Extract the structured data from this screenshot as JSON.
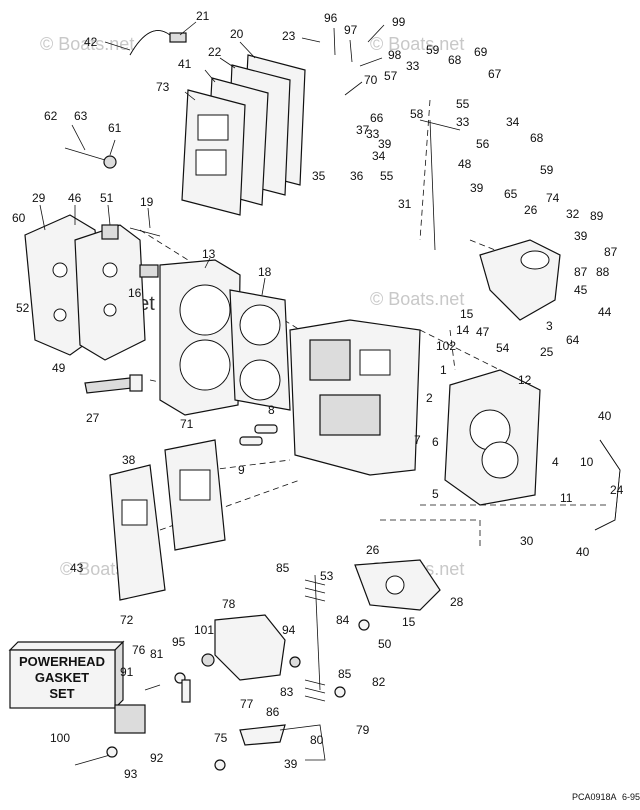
{
  "watermark": {
    "text": "© Boats.net"
  },
  "kit": {
    "line1": "POWERHEAD",
    "line2": "GASKET",
    "line3": "SET"
  },
  "figure_code": "PCA0918A",
  "figure_date": "6-95",
  "callouts": {
    "c1": "1",
    "c2": "2",
    "c3": "3",
    "c4": "4",
    "c5": "5",
    "c6": "6",
    "c7": "7",
    "c8": "8",
    "c9": "9",
    "c10": "10",
    "c11": "11",
    "c12": "12",
    "c13": "13",
    "c14": "14",
    "c15": "15",
    "c16": "16",
    "c18": "18",
    "c19": "19",
    "c20": "20",
    "c21": "21",
    "c22": "22",
    "c23": "23",
    "c24": "24",
    "c25": "25",
    "c26": "26",
    "c26b": "26",
    "c27": "27",
    "c28": "28",
    "c29": "29",
    "c30": "30",
    "c31": "31",
    "c32": "32",
    "c33": "33",
    "c33b": "33",
    "c34": "34",
    "c34b": "34",
    "c35": "35",
    "c36": "36",
    "c37": "37",
    "c38": "38",
    "c39": "39",
    "c39b": "39",
    "c39c": "39",
    "c40": "40",
    "c40b": "40",
    "c41": "41",
    "c42": "42",
    "c43": "43",
    "c44": "44",
    "c45": "45",
    "c46": "46",
    "c47": "47",
    "c48": "48",
    "c49": "49",
    "c50": "50",
    "c51": "51",
    "c52": "52",
    "c53": "53",
    "c54": "54",
    "c55": "55",
    "c55b": "55",
    "c56": "56",
    "c57": "57",
    "c58": "58",
    "c59": "59",
    "c59b": "59",
    "c60": "60",
    "c61": "61",
    "c62": "62",
    "c63": "63",
    "c64": "64",
    "c65": "65",
    "c66": "66",
    "c67": "67",
    "c68": "68",
    "c68b": "68",
    "c69": "69",
    "c70": "70",
    "c71": "71",
    "c72": "72",
    "c73": "73",
    "c74": "74",
    "c75": "75",
    "c76": "76",
    "c77": "77",
    "c78": "78",
    "c79": "79",
    "c80": "80",
    "c81": "81",
    "c82": "82",
    "c83": "83",
    "c84": "84",
    "c85": "85",
    "c85b": "85",
    "c86": "86",
    "c87": "87",
    "c87b": "87",
    "c88": "88",
    "c89": "89",
    "c91": "91",
    "c92": "92",
    "c93": "93",
    "c94": "94",
    "c95": "95",
    "c96": "96",
    "c97": "97",
    "c98": "98",
    "c99": "99",
    "c100": "100",
    "c101": "101",
    "c102": "102"
  }
}
